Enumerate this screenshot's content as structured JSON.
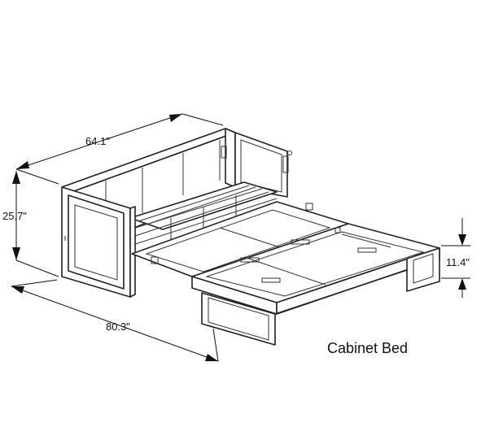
{
  "dimensions": {
    "width": "64.1\"",
    "height": "25.7\"",
    "length": "80.3\"",
    "platform_height": "11.4\""
  },
  "caption": "Cabinet Bed"
}
